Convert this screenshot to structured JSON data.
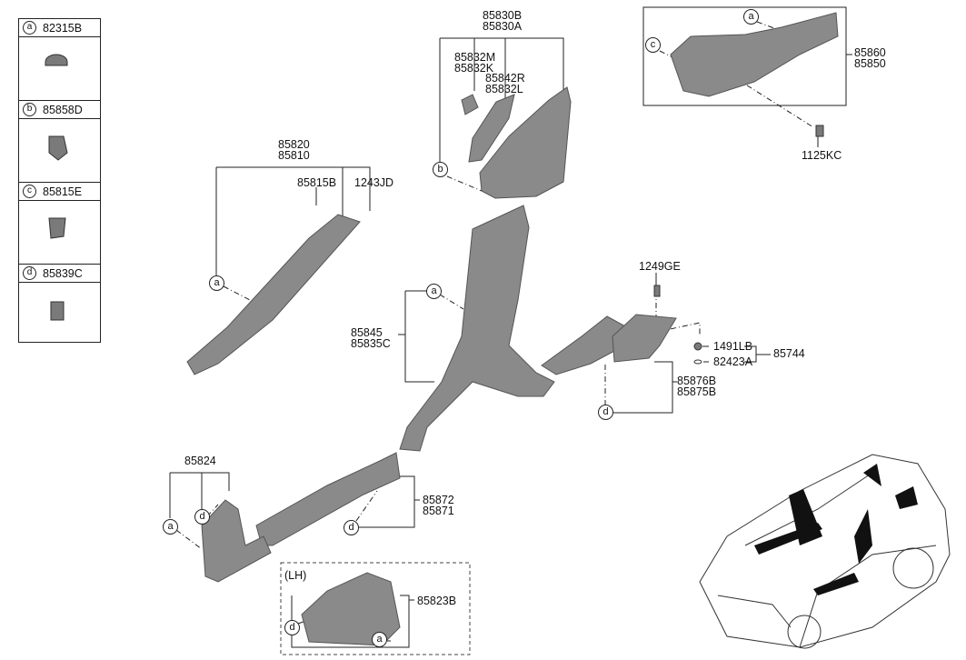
{
  "legend": {
    "items": [
      {
        "letter": "a",
        "code": "82315B",
        "icon": "rivet-clip-icon"
      },
      {
        "letter": "b",
        "code": "85858D",
        "icon": "spring-clip-icon"
      },
      {
        "letter": "c",
        "code": "85815E",
        "icon": "u-clip-icon"
      },
      {
        "letter": "d",
        "code": "85839C",
        "icon": "square-clip-icon"
      }
    ]
  },
  "labels": {
    "p85830": [
      "85830B",
      "85830A"
    ],
    "p85832": [
      "85832M",
      "85832K"
    ],
    "p85842": [
      "85842R",
      "85832L"
    ],
    "p85820": [
      "85820",
      "85810"
    ],
    "p85815B": "85815B",
    "p1243JD": "1243JD",
    "p85860": [
      "85860",
      "85850"
    ],
    "p1125KC": "1125KC",
    "p1249GE": "1249GE",
    "p85845": [
      "85845",
      "85835C"
    ],
    "p1491LB": "1491LB",
    "p82423A": "82423A",
    "p85744": "85744",
    "p85876": [
      "85876B",
      "85875B"
    ],
    "p85824": "85824",
    "p85872": [
      "85872",
      "85871"
    ],
    "p85823B": "85823B",
    "lh": "(LH)"
  },
  "callouts": {
    "a": "a",
    "b": "b",
    "c": "c",
    "d": "d"
  },
  "colors": {
    "part": "#8a8a8a",
    "part_dark": "#6d6d6d",
    "line": "#222222"
  }
}
